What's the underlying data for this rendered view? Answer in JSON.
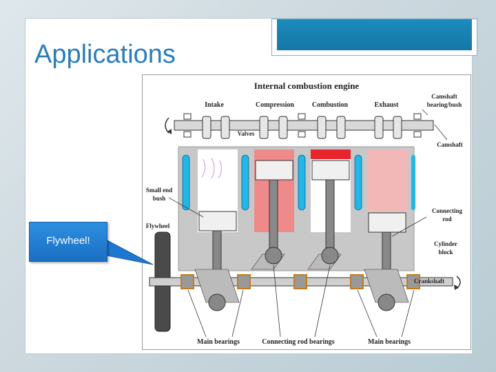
{
  "slide": {
    "title": "Applications",
    "callout": "Flywheel!"
  },
  "diagram": {
    "heading": "Internal combustion engine",
    "strokes": [
      "Intake",
      "Compression",
      "Combustion",
      "Exhaust"
    ],
    "labels": {
      "valves": "Valves",
      "camshaft_bearing_1": "Camshaft",
      "camshaft_bearing_2": "bearing/bush",
      "camshaft": "Camshaft",
      "small_end_1": "Small end",
      "small_end_2": "bush",
      "flywheel": "Flywheel",
      "connecting_rod_1": "Connecting",
      "connecting_rod_2": "rod",
      "cylinder_block_1": "Cylinder",
      "cylinder_block_2": "block",
      "crankshaft": "Crankshaft",
      "main_bearings_left": "Main bearings",
      "connecting_rod_bearings": "Connecting rod bearings",
      "main_bearings_right": "Main bearings"
    },
    "colors": {
      "block": "#c8c8c8",
      "coolant": "#1fb8e8",
      "combustion": "#e8242c",
      "compression": "#ef8a8a",
      "exhaust": "#f2b8b8",
      "intake_mix": "#c9a6f0"
    }
  }
}
